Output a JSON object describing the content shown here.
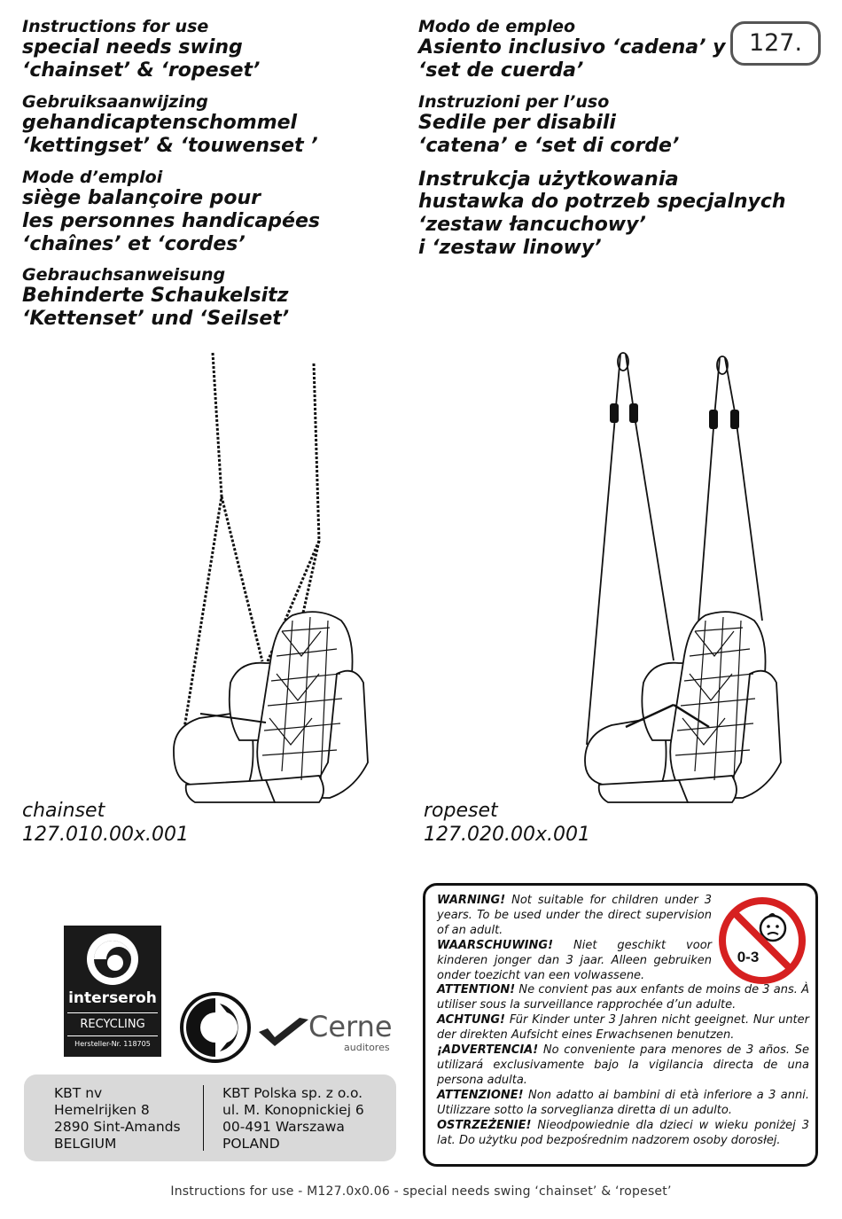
{
  "product_number": "127.",
  "left_column": [
    {
      "label": "Instructions for use",
      "title": [
        "special needs swing",
        "‘chainset’ & ‘ropeset’"
      ]
    },
    {
      "label": "Gebruiksaanwijzing",
      "title": [
        "gehandicaptenschommel",
        "‘kettingset’ & ‘touwenset ’"
      ]
    },
    {
      "label": "Mode d’emploi",
      "title": [
        "siège balançoire pour",
        "les personnes handicapées",
        "‘chaînes’ et ‘cordes’"
      ]
    },
    {
      "label": "Gebrauchsanweisung",
      "title": [
        "Behinderte Schaukelsitz",
        "‘Kettenset’ und ‘Seilset’"
      ]
    }
  ],
  "right_column": [
    {
      "label": "Modo de empleo",
      "title": [
        "Asiento inclusivo ‘cadena’ y",
        "‘set de cuerda’"
      ]
    },
    {
      "label": "Instruzioni per l’uso",
      "title": [
        "Sedile per disabili",
        "‘catena’ e ‘set di corde’"
      ]
    },
    {
      "label": "",
      "title": [
        "Instrukcja użytkowania",
        "hustawka do potrzeb specjalnych",
        "‘zestaw łancuchowy’",
        "i ‘zestaw linowy’"
      ]
    }
  ],
  "products": [
    {
      "name": "chainset",
      "code": "127.010.00x.001"
    },
    {
      "name": "ropeset",
      "code": "127.020.00x.001"
    }
  ],
  "logos": {
    "interseroh_name": "interseroh",
    "interseroh_recycling": "RECYCLING",
    "interseroh_manufacturer": "Hersteller-Nr. 118705",
    "cerne_name": "Cerne",
    "cerne_sub": "auditores"
  },
  "age_sign": "0-3",
  "warnings": [
    {
      "label": "WARNING!",
      "text": " Not suitable for children under 3 years. To be used under the direct supervision of an adult."
    },
    {
      "label": "WAARSCHUWING!",
      "text": " Niet geschikt voor kinderen jonger dan 3 jaar. Alleen gebruiken onder toezicht van een volwassene."
    },
    {
      "label": "ATTENTION!",
      "text": " Ne convient pas aux enfants de moins de 3 ans. À utiliser sous la surveillance rapprochée d’un adulte."
    },
    {
      "label": "ACHTUNG!",
      "text": " Für Kinder unter 3 Jahren nicht geeignet. Nur unter der direkten Aufsicht eines Erwachsenen benutzen."
    },
    {
      "label": "¡ADVERTENCIA!",
      "text": " No conveniente para menores de 3 años. Se utilizará exclusivamente bajo la vigilancia directa de una persona adulta."
    },
    {
      "label": "ATTENZIONE!",
      "text": " Non adatto ai bambini di età inferiore a 3 anni. Utilizzare sotto la sorveglianza diretta di un adulto."
    },
    {
      "label": "OSTRZEŻENIE!",
      "text": " Nieodpowiednie dla dzieci w wieku poniżej 3 lat. Do użytku pod bezpośrednim nadzorem osoby dorosłej."
    }
  ],
  "addresses": [
    {
      "lines": [
        "KBT nv",
        "Hemelrijken 8",
        "2890 Sint-Amands",
        "BELGIUM"
      ]
    },
    {
      "lines": [
        "KBT Polska sp. z o.o.",
        "ul. M. Konopnickiej 6",
        "00-491 Warszawa",
        "POLAND"
      ]
    }
  ],
  "footer": "Instructions for use - M127.0x0.06 - special needs swing ‘chainset’ & ‘ropeset’"
}
